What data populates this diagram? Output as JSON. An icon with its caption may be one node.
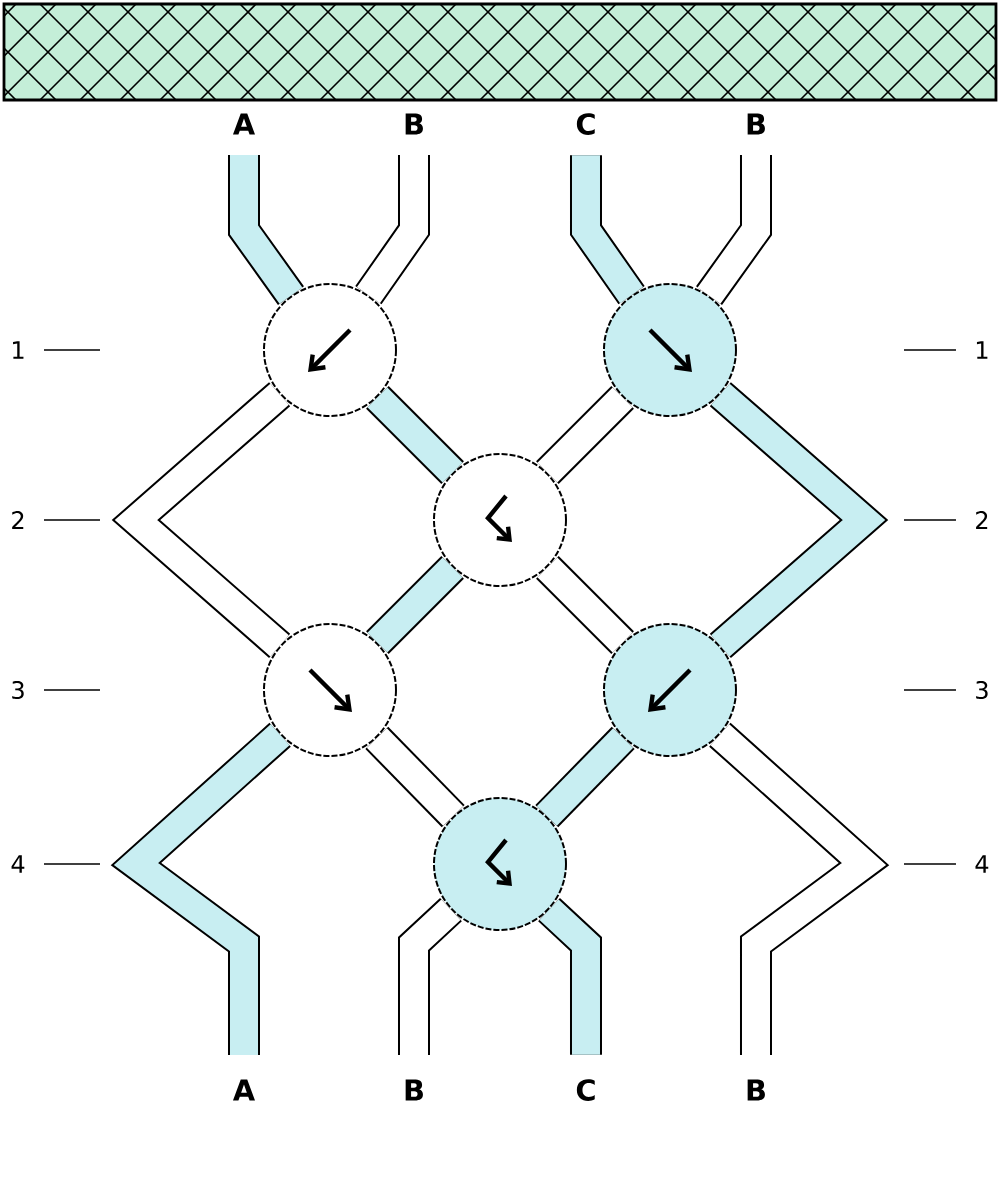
{
  "diagram": {
    "nodes": [
      {
        "text": [
          "A"
        ]
      },
      {
        "text": [
          "B"
        ]
      },
      {
        "text": [
          "C"
        ]
      },
      {
        "text": [
          "B"
        ]
      },
      {
        "text": [],
        "shape": "circle"
      },
      {
        "text": [],
        "shape": "circle"
      },
      {
        "text": [],
        "shape": "circle"
      },
      {
        "text": [],
        "shape": "circle"
      },
      {
        "text": [],
        "shape": "circle"
      },
      {
        "text": [],
        "shape": "circle"
      },
      {
        "text": [
          "A"
        ]
      },
      {
        "text": [
          "B"
        ]
      },
      {
        "text": [
          "C"
        ]
      },
      {
        "text": [
          "B"
        ]
      }
    ],
    "edges": [
      {
        "from": 0,
        "to": 4,
        "arrow": "none"
      },
      {
        "from": 1,
        "to": 4,
        "arrow": "none"
      },
      {
        "from": 2,
        "to": 5,
        "arrow": "none"
      },
      {
        "from": 3,
        "to": 5,
        "arrow": "none"
      },
      {
        "from": 4,
        "to": 7,
        "arrow": "none"
      },
      {
        "from": 4,
        "to": 6,
        "arrow": "none"
      },
      {
        "from": 5,
        "to": 6,
        "arrow": "none"
      },
      {
        "from": 5,
        "to": 8,
        "arrow": "none"
      },
      {
        "from": 6,
        "to": 7,
        "arrow": "none"
      },
      {
        "from": 6,
        "to": 8,
        "arrow": "none"
      },
      {
        "from": 7,
        "to": 10,
        "arrow": "none"
      },
      {
        "from": 7,
        "to": 9,
        "arrow": "none"
      },
      {
        "from": 8,
        "to": 9,
        "arrow": "none"
      },
      {
        "from": 8,
        "to": 13,
        "arrow": "none"
      },
      {
        "from": 9,
        "to": 11,
        "arrow": "none"
      },
      {
        "from": 9,
        "to": 12,
        "arrow": "none"
      }
    ],
    "labels": [
      "1",
      "1",
      "2",
      "2",
      "3",
      "3",
      "4",
      "4"
    ]
  }
}
